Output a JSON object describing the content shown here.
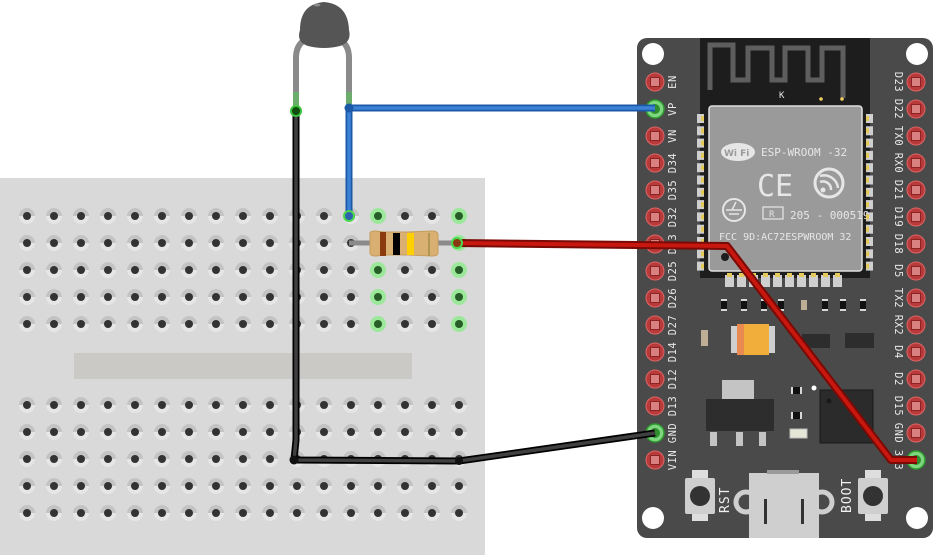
{
  "diagram": {
    "title": "ESP32 thermistor voltage divider wiring",
    "components": {
      "thermistor": {
        "label": "NTC Thermistor",
        "body_color": "#5a5a5a"
      },
      "resistor": {
        "label": "Resistor",
        "bands": [
          "#8b3a0e",
          "#000000",
          "#ffd000"
        ],
        "body_color": "#d9b072"
      },
      "breadboard": {
        "label": "Half-size breadboard",
        "color": "#d9d9d9"
      },
      "esp32": {
        "label": "ESP32 DevKit",
        "module_text": {
          "wifi_logo": "Wi Fi",
          "model": "ESP-WROOM -32",
          "ce": "CE",
          "registered": "R",
          "cert": "205 - 000519",
          "fcc": "FCC 9D:AC72ESPWROOM 32",
          "antenna_mark": "K"
        },
        "left_pins": [
          "EN",
          "VP",
          "VN",
          "D34",
          "D35",
          "D32",
          "D33",
          "D25",
          "D26",
          "D27",
          "D14",
          "D12",
          "D13",
          "GND",
          "VIN"
        ],
        "right_pins": [
          "D23",
          "D22",
          "TX0",
          "RX0",
          "D21",
          "D19",
          "D18",
          "D5",
          "TX2",
          "RX2",
          "D4",
          "D2",
          "D15",
          "GND",
          "3V3"
        ],
        "active_left_pins": [
          "VP",
          "GND"
        ],
        "active_right_pins": [
          "3V3"
        ],
        "buttons": {
          "reset": "RST",
          "boot": "BOOT"
        }
      }
    },
    "wires": [
      {
        "name": "signal-wire",
        "color": "#2f6fc6",
        "from": "Thermistor leg 2",
        "to": "VP"
      },
      {
        "name": "power-wire",
        "color": "#c8170f",
        "from": "Resistor",
        "to": "3V3"
      },
      {
        "name": "ground-wire",
        "color": "#2b2b2b",
        "from": "Thermistor leg 1",
        "to": "GND"
      }
    ],
    "colors": {
      "pin_inactive": "#c0392b",
      "pin_active": "#3cc23c",
      "board": "#4a4a4a"
    }
  }
}
